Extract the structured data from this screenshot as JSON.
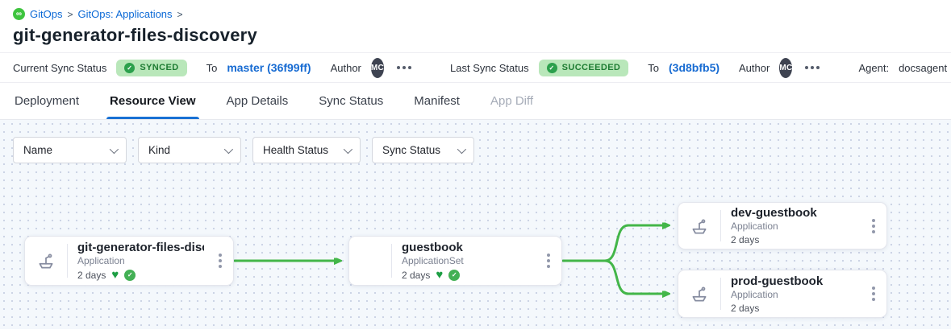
{
  "breadcrumb": {
    "items": [
      {
        "label": "GitOps"
      },
      {
        "label": "GitOps: Applications"
      }
    ],
    "separator": ">"
  },
  "page_title": "git-generator-files-discovery",
  "icons": {
    "infinity": "∞",
    "check": "✓",
    "heart": "♥"
  },
  "status_bar": {
    "current_sync": {
      "label": "Current Sync Status",
      "badge": "SYNCED",
      "to_label": "To",
      "revision": "master (36f99ff)",
      "author_label": "Author",
      "author_initials": "MC"
    },
    "last_sync": {
      "label": "Last Sync Status",
      "badge": "SUCCEEDED",
      "to_label": "To",
      "revision": "(3d8bfb5)",
      "author_label": "Author",
      "author_initials": "MC"
    },
    "agent": {
      "label": "Agent:",
      "value": "docsagent"
    }
  },
  "tabs": [
    {
      "label": "Deployment"
    },
    {
      "label": "Resource View"
    },
    {
      "label": "App Details"
    },
    {
      "label": "Sync Status"
    },
    {
      "label": "Manifest"
    },
    {
      "label": "App Diff"
    }
  ],
  "filters": [
    {
      "label": "Name"
    },
    {
      "label": "Kind"
    },
    {
      "label": "Health Status"
    },
    {
      "label": "Sync Status"
    }
  ],
  "graph": {
    "nodes": [
      {
        "title": "git-generator-files-disco...",
        "kind": "Application",
        "age": "2 days",
        "healthy": true,
        "synced": true
      },
      {
        "title": "guestbook",
        "kind": "ApplicationSet",
        "age": "2 days",
        "healthy": true,
        "synced": true
      },
      {
        "title": "dev-guestbook",
        "kind": "Application",
        "age": "2 days",
        "healthy": false,
        "synced": false
      },
      {
        "title": "prod-guestbook",
        "kind": "Application",
        "age": "2 days",
        "healthy": false,
        "synced": false
      }
    ]
  },
  "colors": {
    "edge_green": "#43b649",
    "badge_bg": "#b9e7ba",
    "badge_text": "#1e7c33",
    "accent_blue": "#1971d4"
  }
}
